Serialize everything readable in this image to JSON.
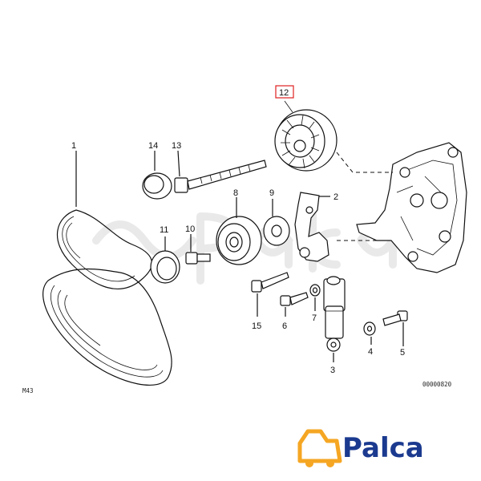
{
  "labels": {
    "p1": "1",
    "p2": "2",
    "p3": "3",
    "p4": "4",
    "p5": "5",
    "p6": "6",
    "p7": "7",
    "p8": "8",
    "p9": "9",
    "p10": "10",
    "p11": "11",
    "p12": "12",
    "p13": "13",
    "p14": "14",
    "p15": "15"
  },
  "diagram_code": "M43",
  "drawing_number": "00000820",
  "brand": {
    "name": "Palca",
    "logo_color": "#f5a623",
    "text_color": "#1b3a8f"
  },
  "highlight_color": "#e02020"
}
